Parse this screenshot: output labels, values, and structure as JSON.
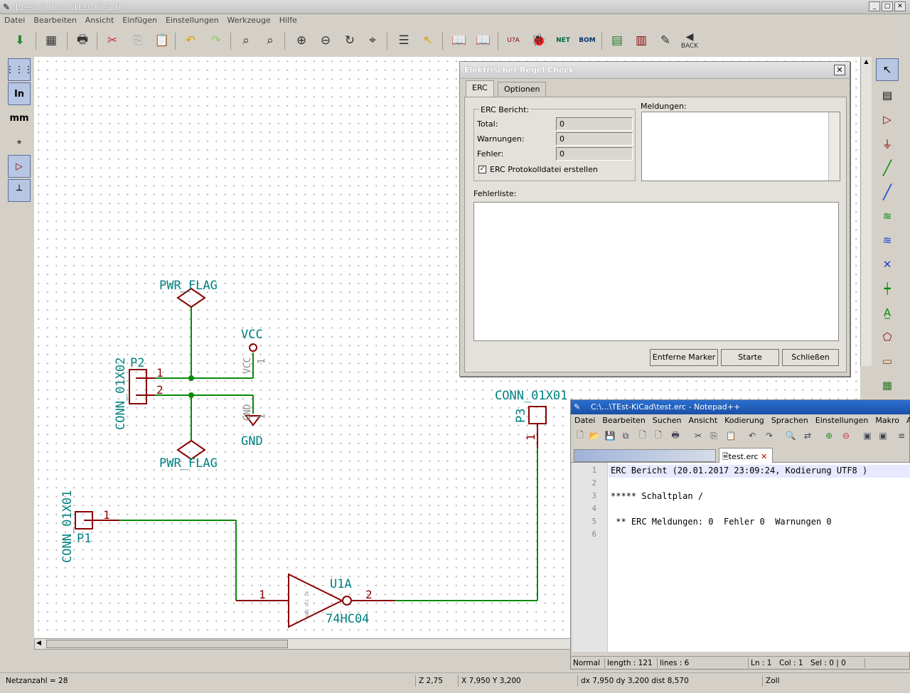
{
  "window": {
    "title": "[ test /] (C:\\...\\TEst-KiCad)"
  },
  "menu": [
    "Datei",
    "Bearbeiten",
    "Ansicht",
    "Einfügen",
    "Einstellungen",
    "Werkzeuge",
    "Hilfe"
  ],
  "toolbar": {
    "back_label": "BACK",
    "net_label": "NET",
    "bom_label": "BOM",
    "annot_label": "U?A"
  },
  "left_toolbar": {
    "inch_label": "In",
    "mm_label": "mm"
  },
  "schematic": {
    "labels": {
      "pwr_flag_top": "PWR_FLAG",
      "pwr_flag_bottom": "PWR_FLAG",
      "vcc": "VCC",
      "vcc_pin": "VCC",
      "gnd": "GND",
      "gnd_pin": "GND",
      "p2_ref": "P2",
      "p2_value": "CONN_01X02",
      "p1_ref": "P1",
      "p1_value": "CONN_01X01",
      "p3_ref": "P3",
      "p3_value": "CONN_01X01",
      "u1_ref": "U1A",
      "u1_value": "74HC04",
      "u1_inner": "GND VCC 14",
      "pin1": "1",
      "pin2": "2"
    }
  },
  "erc_dialog": {
    "title": "Elektrischer Regel Check",
    "tabs": [
      "ERC",
      "Optionen"
    ],
    "report_group": "ERC Bericht:",
    "total_label": "Total:",
    "total_value": "0",
    "warnings_label": "Warnungen:",
    "warnings_value": "0",
    "errors_label": "Fehler:",
    "errors_value": "0",
    "checkbox_label": "ERC Protokolldatei erstellen",
    "checkbox_checked": true,
    "messages_label": "Meldungen:",
    "errorlist_label": "Fehlerliste:",
    "buttons": {
      "remove": "Entferne Marker",
      "start": "Starte",
      "close": "Schließen"
    }
  },
  "notepad": {
    "title": "C:\\...\\TEst-KiCad\\test.erc - Notepad++",
    "menu": [
      "Datei",
      "Bearbeiten",
      "Suchen",
      "Ansicht",
      "Kodierung",
      "Sprachen",
      "Einstellungen",
      "Makro",
      "Ausführe"
    ],
    "tab_active": "test.erc",
    "lines": [
      "ERC Bericht (20.01.2017 23:09:24, Kodierung UTF8 )",
      "",
      "***** Schaltplan /",
      "",
      " ** ERC Meldungen: 0  Fehler 0  Warnungen 0",
      ""
    ],
    "line_numbers": [
      "1",
      "2",
      "3",
      "4",
      "5",
      "6"
    ],
    "status": {
      "type": "Normal te",
      "length": "length : 121",
      "lines": "lines : 6",
      "ln": "Ln : 1",
      "col": "Col : 1",
      "sel": "Sel : 0 | 0"
    }
  },
  "statusbar": {
    "net_count": "Netzanzahl = 28",
    "zoom": "Z 2,75",
    "xy": "X 7,950  Y 3,200",
    "dxdy": "dx 7,950  dy 3,200  dist 8,570",
    "unit": "Zoll"
  },
  "colors": {
    "wire": "#0a8a0a",
    "component": "#8b0000",
    "label": "#008080",
    "selected_tool": "#b7c6e3"
  }
}
